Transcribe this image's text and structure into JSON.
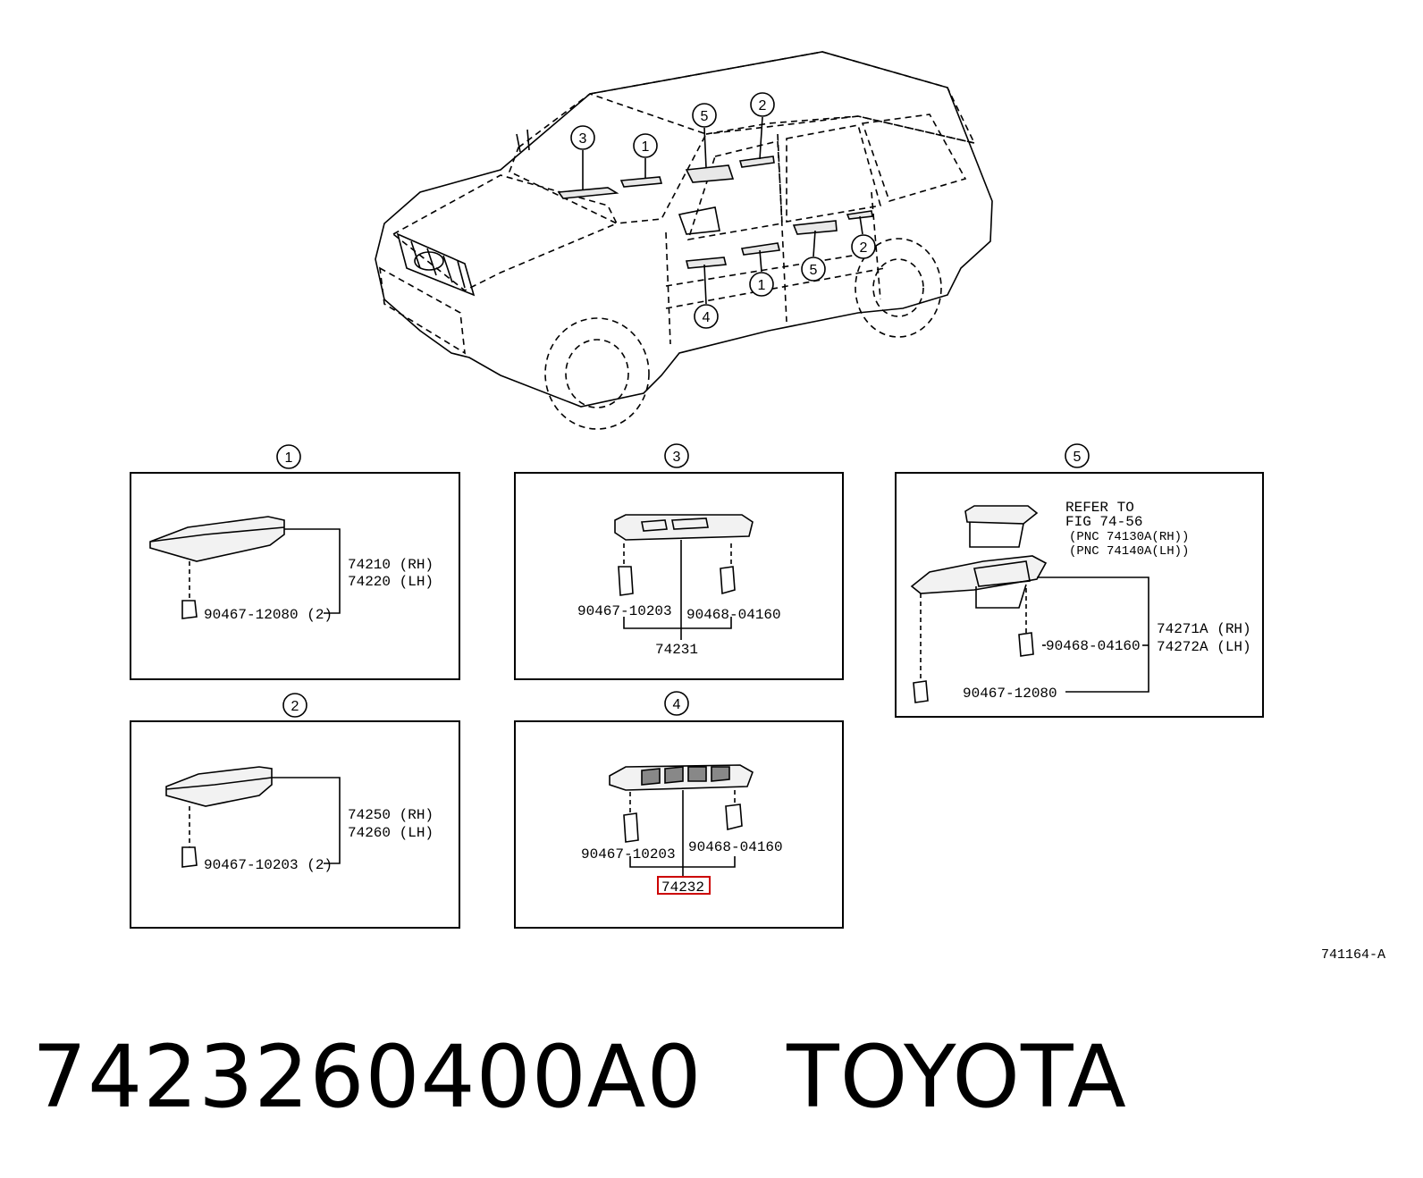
{
  "vehicle_callouts": [
    "3",
    "1",
    "5",
    "2",
    "2",
    "5",
    "1",
    "4"
  ],
  "panels": {
    "p1": {
      "number": "1",
      "labels": [
        "74210 (RH)",
        "74220 (LH)",
        "90467-12080 (2)"
      ]
    },
    "p3": {
      "number": "3",
      "labels": [
        "90467-10203",
        "90468-04160",
        "74231"
      ]
    },
    "p5": {
      "number": "5",
      "labels": [
        "REFER TO",
        "FIG 74-56",
        "(PNC 74130A(RH))",
        "(PNC 74140A(LH))",
        "74271A (RH)",
        "74272A (LH)",
        "90468-04160",
        "90467-12080"
      ]
    },
    "p2": {
      "number": "2",
      "labels": [
        "74250 (RH)",
        "74260 (LH)",
        "90467-10203 (2)"
      ]
    },
    "p4": {
      "number": "4",
      "labels": [
        "90467-10203",
        "90468-04160",
        "74232"
      ]
    }
  },
  "highlight_color": "#cc0000",
  "figure_code": "741164-A",
  "part_number": "7423260400A0",
  "brand": "TOYOTA"
}
